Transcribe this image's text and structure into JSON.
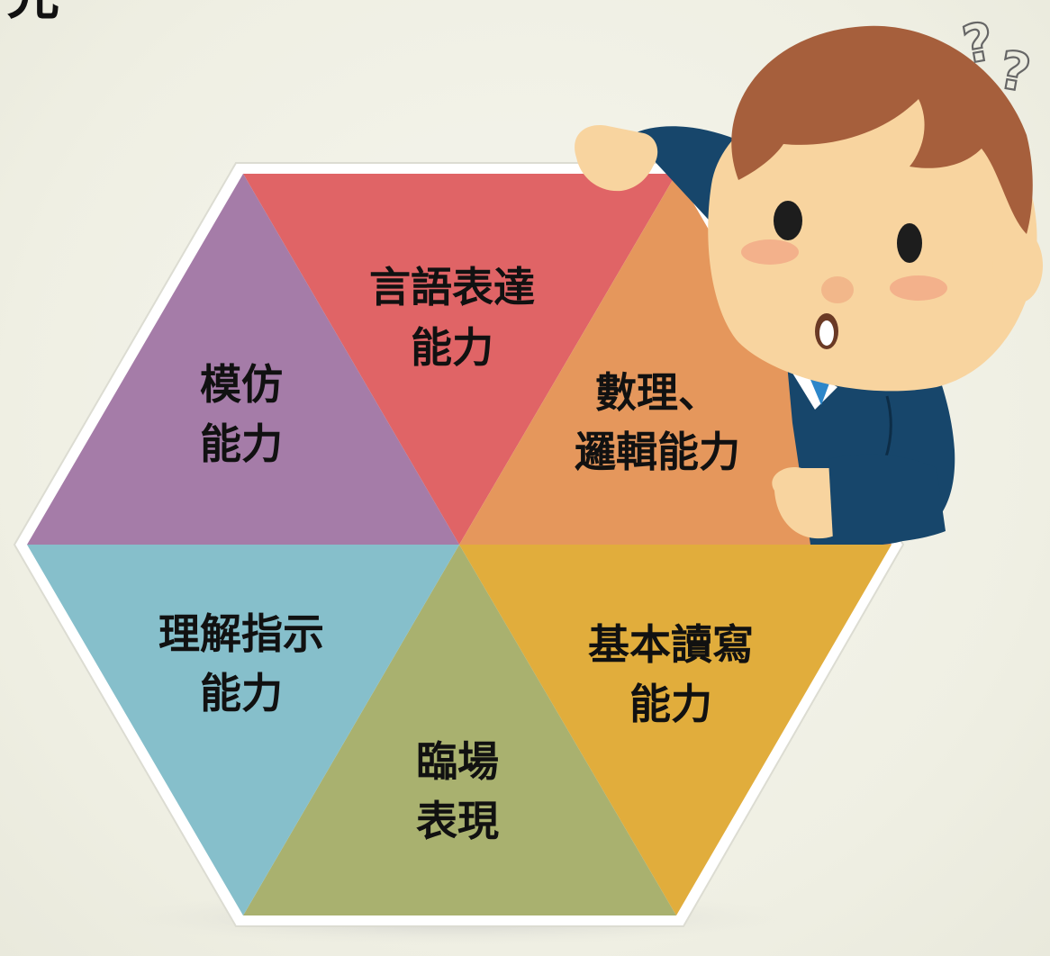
{
  "heading_fragment": "光",
  "question_marks": [
    "?",
    "?"
  ],
  "hexagon": {
    "segments": [
      {
        "id": "top",
        "lines": [
          "言語表達",
          "能力"
        ],
        "color": "#e06466"
      },
      {
        "id": "upper-right",
        "lines": [
          "數理、",
          "邏輯能力"
        ],
        "color": "#e5975c"
      },
      {
        "id": "lower-right",
        "lines": [
          "基本讀寫",
          "能力"
        ],
        "color": "#e1ad3c"
      },
      {
        "id": "bottom",
        "lines": [
          "臨場",
          "表現"
        ],
        "color": "#a9b16f"
      },
      {
        "id": "lower-left",
        "lines": [
          "理解指示",
          "能力"
        ],
        "color": "#86bfcb"
      },
      {
        "id": "upper-left",
        "lines": [
          "模仿",
          "能力"
        ],
        "color": "#a57ca8"
      }
    ]
  },
  "character": {
    "hair_color": "#a65f3c",
    "skin_color": "#f8d49f",
    "suit_color": "#17466b",
    "tie_color": "#2c86c9"
  }
}
